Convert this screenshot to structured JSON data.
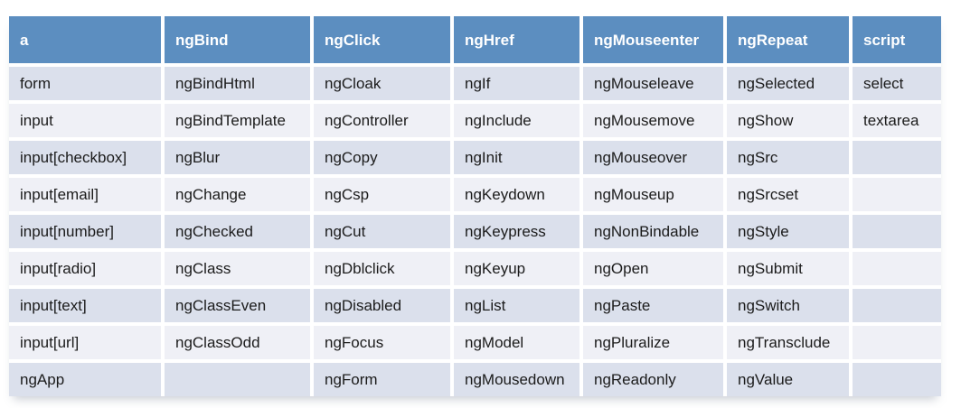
{
  "chart_data": {
    "type": "table",
    "columns": [
      "a",
      "ngBind",
      "ngClick",
      "ngHref",
      "ngMouseenter",
      "ngRepeat",
      "script"
    ],
    "rows": [
      [
        "form",
        "ngBindHtml",
        "ngCloak",
        "ngIf",
        "ngMouseleave",
        "ngSelected",
        "select"
      ],
      [
        "input",
        "ngBindTemplate",
        "ngController",
        "ngInclude",
        "ngMousemove",
        "ngShow",
        "textarea"
      ],
      [
        "input[checkbox]",
        "ngBlur",
        "ngCopy",
        "ngInit",
        "ngMouseover",
        "ngSrc",
        ""
      ],
      [
        "input[email]",
        "ngChange",
        "ngCsp",
        "ngKeydown",
        "ngMouseup",
        "ngSrcset",
        ""
      ],
      [
        "input[number]",
        "ngChecked",
        "ngCut",
        "ngKeypress",
        "ngNonBindable",
        "ngStyle",
        ""
      ],
      [
        "input[radio]",
        "ngClass",
        "ngDblclick",
        "ngKeyup",
        "ngOpen",
        "ngSubmit",
        ""
      ],
      [
        "input[text]",
        "ngClassEven",
        "ngDisabled",
        "ngList",
        "ngPaste",
        "ngSwitch",
        ""
      ],
      [
        "input[url]",
        "ngClassOdd",
        "ngFocus",
        "ngModel",
        "ngPluralize",
        "ngTransclude",
        ""
      ],
      [
        "ngApp",
        "",
        "ngForm",
        "ngMousedown",
        "ngReadonly",
        "ngValue",
        ""
      ]
    ],
    "layout": {
      "grid": "off",
      "row_striping": "alternating, first data row dark"
    }
  },
  "style": {
    "page_bg": "#ffffff",
    "header_bg": "#5c8ec0",
    "header_text": "#ffffff",
    "row_dark_bg": "#dbe0ec",
    "row_light_bg": "#eff0f6",
    "cell_text": "#1b1b1b",
    "gap_color": "#ffffff"
  }
}
